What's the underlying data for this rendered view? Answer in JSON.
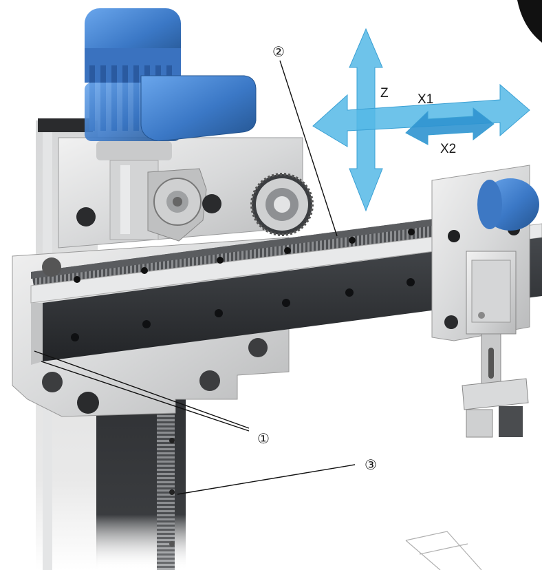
{
  "axes": {
    "z": "Z",
    "x1": "X1",
    "x2": "X2"
  },
  "callouts": {
    "c1": "①",
    "c2": "②",
    "c3": "③"
  },
  "colors": {
    "motor_blue": "#3f7fcf",
    "arrow_blue": "#55b8e6",
    "aluminum": "#d9dadb",
    "belt_dark": "#333538",
    "rack": "#6b6d70"
  }
}
